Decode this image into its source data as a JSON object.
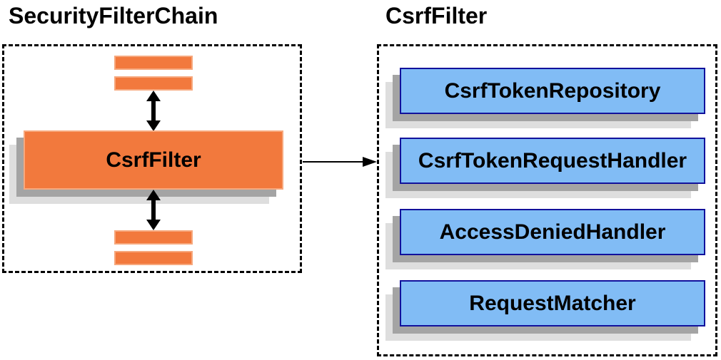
{
  "left_panel": {
    "title": "SecurityFilterChain",
    "filter_label": "CsrfFilter"
  },
  "right_panel": {
    "title": "CsrfFilter",
    "components": [
      "CsrfTokenRepository",
      "CsrfTokenRequestHandler",
      "AccessDeniedHandler",
      "RequestMatcher"
    ]
  },
  "colors": {
    "orange_fill": "#F2793D",
    "orange_border": "#F7A87D",
    "blue_fill": "#81BCF5",
    "blue_border": "#11119C",
    "shadow_dark": "#A4A4A4",
    "shadow_light": "#DEDEDE",
    "dashed_border": "#000000",
    "arrow": "#000000",
    "text": "#000000",
    "background": "#FFFFFF"
  }
}
